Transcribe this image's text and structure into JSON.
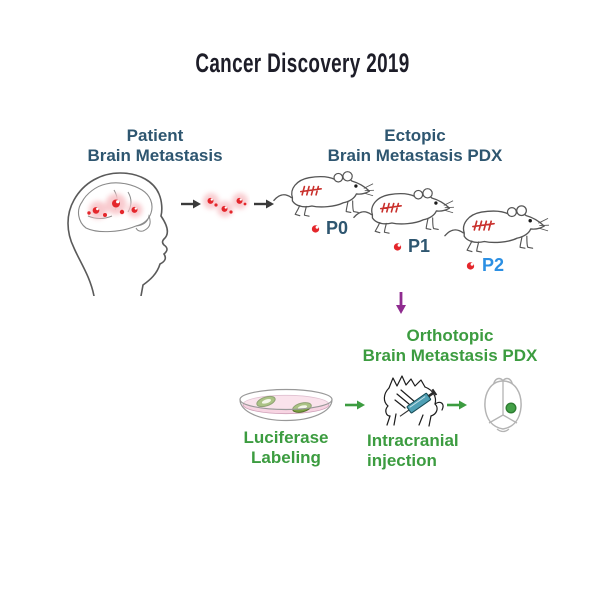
{
  "title": "Cancer Discovery 2019",
  "colors": {
    "title_ink": "#1D1D28",
    "dark_blue": "#2E5670",
    "bright_blue": "#2B8FE3",
    "green": "#3C9C40",
    "marker_green": "#43A047",
    "purple": "#8F2B8F",
    "red": "#E4262B",
    "dark_red": "#C9302C",
    "pink_halo": "#F8C5C9",
    "dish_pink": "#F7D4E2",
    "teal": "#4FA0B5",
    "sketch_gray": "#555555"
  },
  "patient": {
    "line1": "Patient",
    "line2": "Brain Metastasis"
  },
  "ectopic": {
    "line1": "Ectopic",
    "line2": "Brain Metastasis PDX",
    "passages": [
      {
        "label": "P0"
      },
      {
        "label": "P1"
      },
      {
        "label": "P2"
      }
    ]
  },
  "orthotopic": {
    "line1": "Orthotopic",
    "line2": "Brain Metastasis PDX"
  },
  "luciferase": {
    "line1": "Luciferase",
    "line2": "Labeling"
  },
  "injection": {
    "line1": "Intracranial",
    "line2": "injection"
  },
  "icons": {
    "flow_arrow": "right-arrow-icon",
    "transfer_arrow": "purple-down-arrow-icon",
    "patient_head": "human-head-brain-icon",
    "tumor_cells": "red-tumor-cells-icon",
    "mouse": "mouse-with-flank-tumor-icon",
    "petri_dish": "petri-dish-icon",
    "surgery": "mouse-intracranial-injection-icon",
    "brain": "mouse-brain-dorsal-view-icon"
  }
}
